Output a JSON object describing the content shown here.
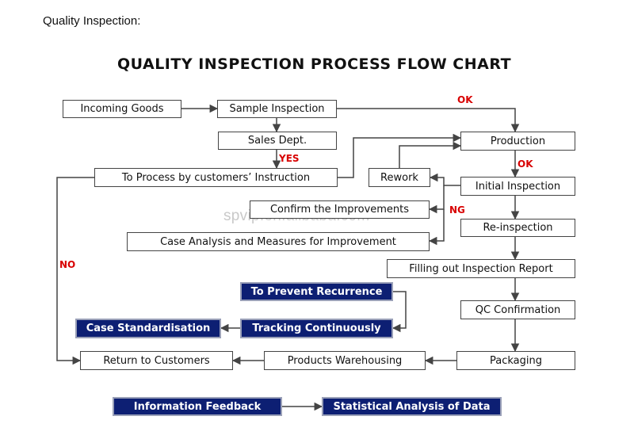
{
  "heading": "Quality Inspection:",
  "title": "QUALITY INSPECTION PROCESS FLOW CHART",
  "watermark": "spvip.en.alibaba.com",
  "labels": {
    "ok1": "OK",
    "ok2": "OK",
    "yes": "YES",
    "ng": "NG",
    "no": "NO"
  },
  "colors": {
    "dark_box": "#0d1f73",
    "label_red": "#d80000",
    "line": "#444444"
  },
  "nodes": {
    "incoming_goods": "Incoming Goods",
    "sample_inspection": "Sample Inspection",
    "sales_dept": "Sales Dept.",
    "production": "Production",
    "to_process": "To Process by customers’ Instruction",
    "rework": "Rework",
    "initial_inspection": "Initial Inspection",
    "confirm_improvements": "Confirm the Improvements",
    "re_inspection": "Re-inspection",
    "case_analysis": "Case Analysis and Measures for Improvement",
    "filling_report": "Filling out Inspection Report",
    "prevent_recurrence": "To Prevent Recurrence",
    "qc_confirmation": "QC Confirmation",
    "case_standardisation": "Case Standardisation",
    "tracking": "Tracking Continuously",
    "return_customers": "Return to Customers",
    "products_warehousing": "Products Warehousing",
    "packaging": "Packaging",
    "information_feedback": "Information Feedback",
    "statistical_analysis": "Statistical Analysis of Data"
  }
}
